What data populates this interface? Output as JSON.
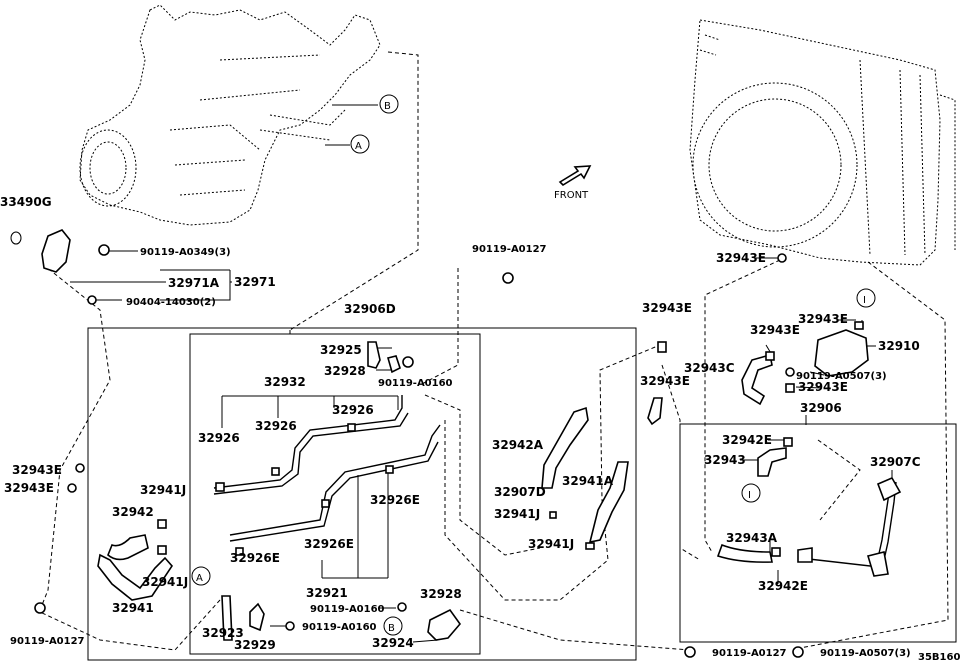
{
  "diagram_id": "35B160",
  "front_label": "FRONT",
  "callouts": {
    "A": "A",
    "B": "B",
    "I": "I"
  },
  "labels": {
    "p33490G": "33490G",
    "p90119_A0349": "90119-A0349(3)",
    "p32971A": "32971A",
    "p32971": "32971",
    "p90404": "90404-14030(2)",
    "p90119_A0127_top": "90119-A0127",
    "p32906D": "32906D",
    "p32925": "32925",
    "p32928_top": "32928",
    "p90119_A0160_top": "90119-A0160",
    "p32932": "32932",
    "p32926_a": "32926",
    "p32926_b": "32926",
    "p32926_c": "32926",
    "p32926E_a": "32926E",
    "p32926E_b": "32926E",
    "p32926E_c": "32926E",
    "p32921": "32921",
    "p32928_bot": "32928",
    "p90119_A0160_mid": "90119-A0160",
    "p90119_A0160_bot": "90119-A0160",
    "p32923": "32923",
    "p32929": "32929",
    "p32924": "32924",
    "p32943E_l1": "32943E",
    "p32943E_l2": "32943E",
    "p32942": "32942",
    "p32941J_l1": "32941J",
    "p32941J_l2": "32941J",
    "p32941": "32941",
    "p90119_A0127_l": "90119-A0127",
    "p32943E_m1": "32943E",
    "p32943E_m2": "32943E",
    "p32942A": "32942A",
    "p32907D": "32907D",
    "p32941A": "32941A",
    "p32941J_m1": "32941J",
    "p32941J_m2": "32941J",
    "p90119_A0127_b": "90119-A0127",
    "p90119_A0507_b": "90119-A0507(3)",
    "p32943E_r1": "32943E",
    "p32943E_r2": "32943E",
    "p32943E_r3": "32943E",
    "p32943E_r4": "32943E",
    "p32943C": "32943C",
    "p32910": "32910",
    "p90119_A0507_r": "90119-A0507(3)",
    "p32906": "32906",
    "p32942E_a": "32942E",
    "p32942E_b": "32942E",
    "p32943": "32943",
    "p32907C": "32907C",
    "p32943A": "32943A"
  },
  "colors": {
    "ink": "#000000",
    "paper": "#ffffff"
  }
}
